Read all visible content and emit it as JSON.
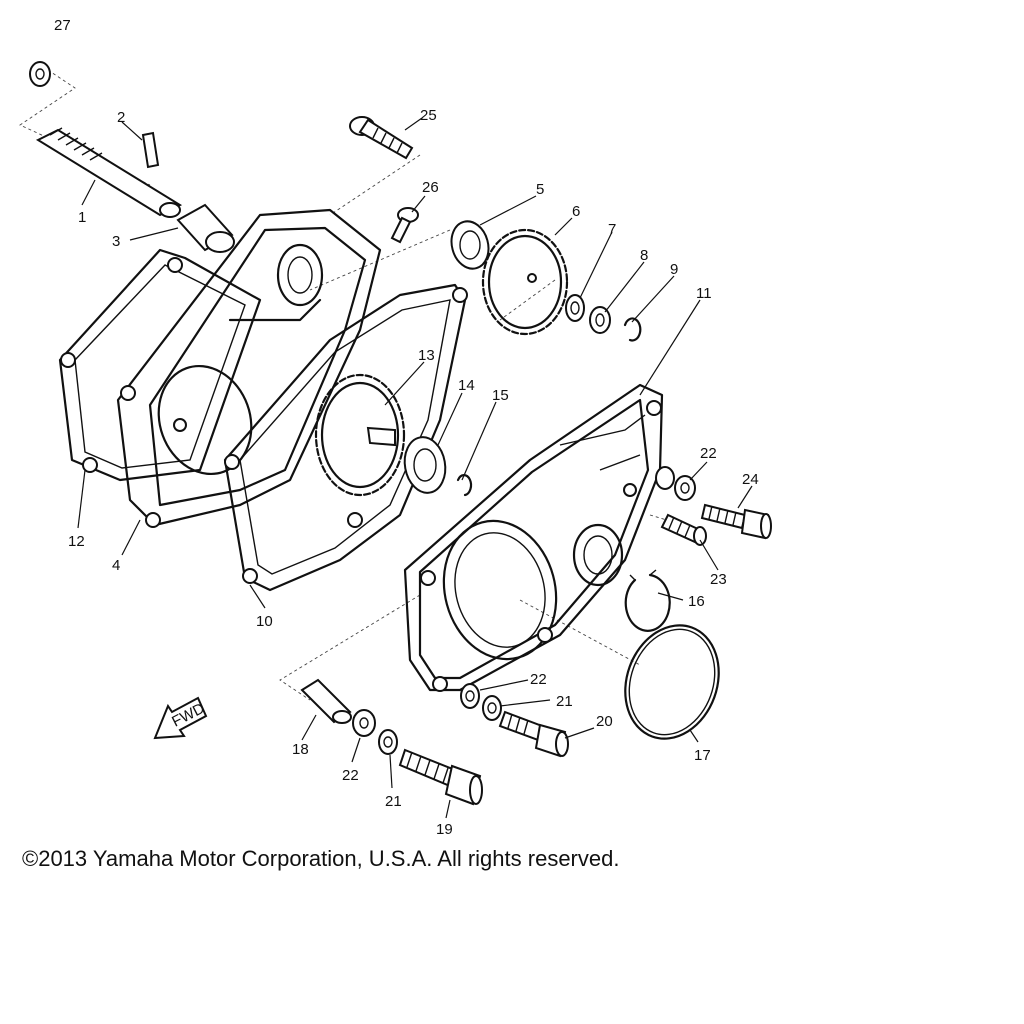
{
  "copyright": "©2013 Yamaha Motor Corporation, U.S.A. All rights reserved.",
  "fwd_label": "FWD",
  "callouts": [
    "27",
    "2",
    "25",
    "26",
    "5",
    "6",
    "7",
    "8",
    "9",
    "11",
    "1",
    "3",
    "13",
    "14",
    "15",
    "22",
    "24",
    "12",
    "4",
    "10",
    "23",
    "16",
    "22",
    "21",
    "20",
    "18",
    "22",
    "21",
    "19",
    "17"
  ],
  "colors": {
    "ink": "#111111",
    "paper": "#ffffff"
  }
}
